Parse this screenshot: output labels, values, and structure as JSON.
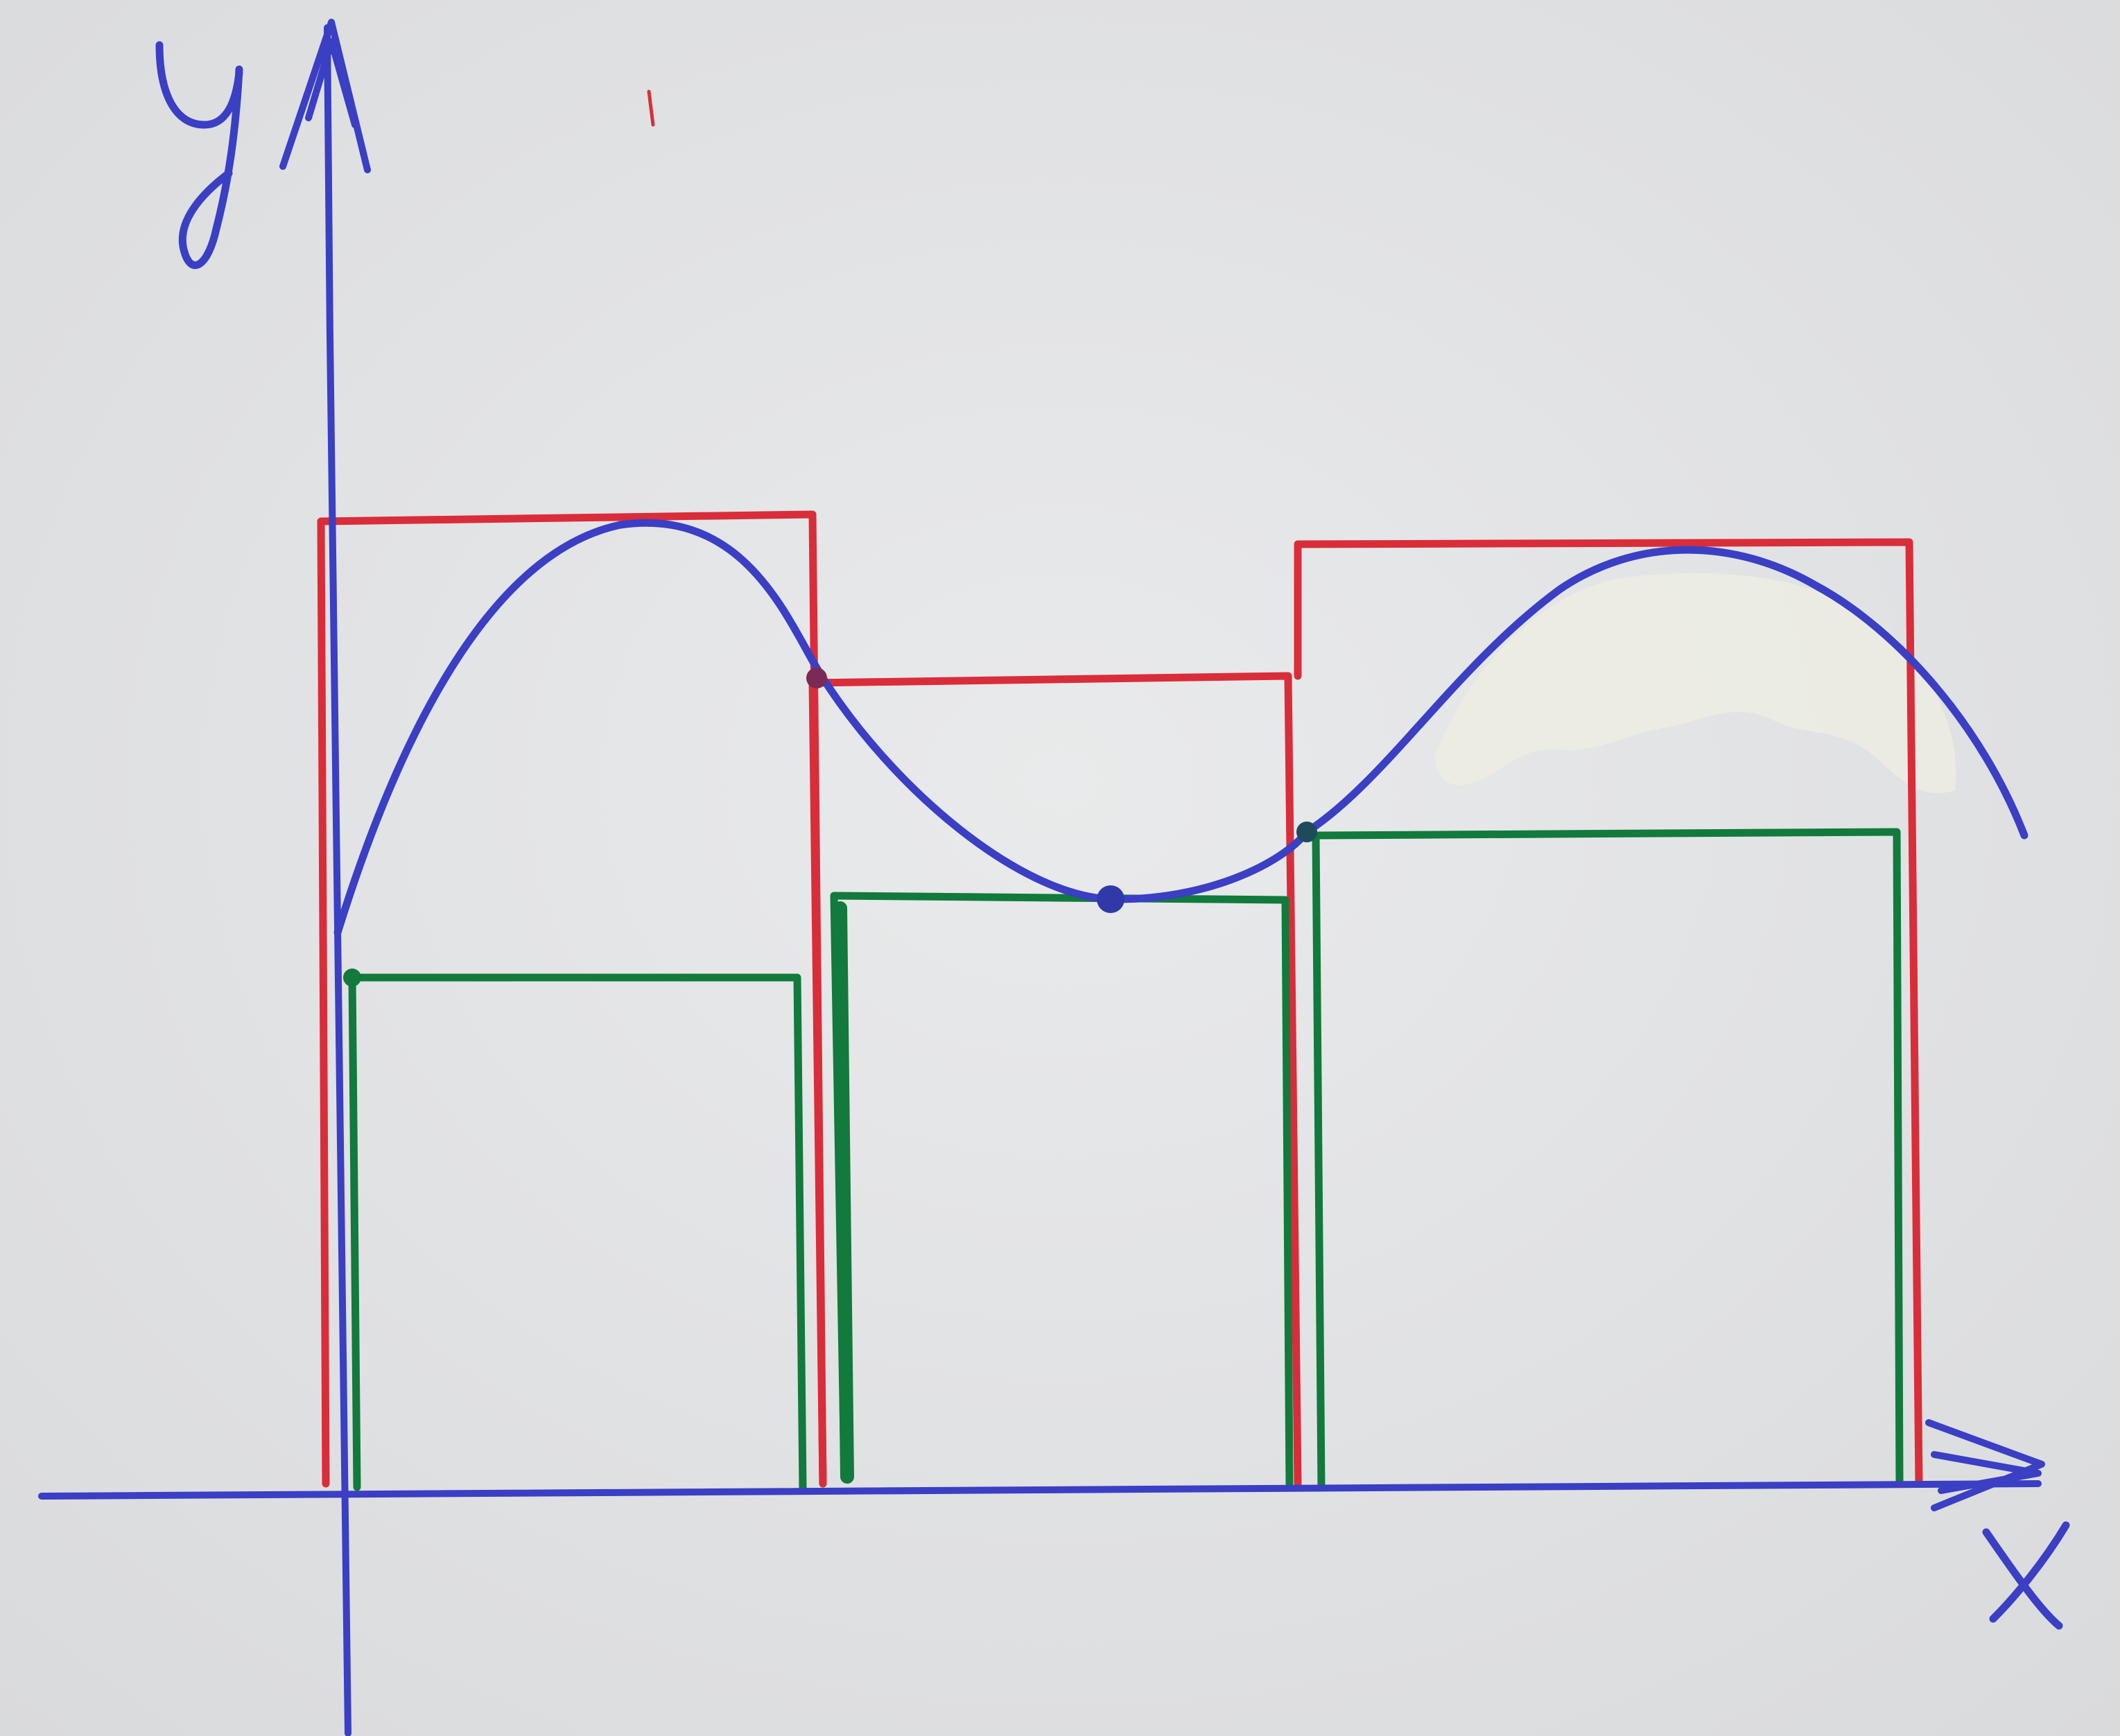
{
  "axes": {
    "x_label": "x",
    "y_label": "y"
  },
  "colors": {
    "paper": "#e3e4e5",
    "curve": "#3a3fc4",
    "upper_rectangles": "#d92d3a",
    "lower_rectangles": "#117a3c",
    "correction_fluid": "#ecece2"
  },
  "curve": {
    "description_shape": "smooth wave: rises from left end, peaks, dips to a minimum, rises to a second peak, then falls"
  },
  "partition": {
    "subintervals": 3,
    "upper_rectangles": [
      {
        "interval": 1,
        "height_rank": "tallest"
      },
      {
        "interval": 2,
        "height_rank": "lowest"
      },
      {
        "interval": 3,
        "height_rank": "middle"
      }
    ],
    "lower_rectangles": [
      {
        "interval": 1,
        "height_rank": "lowest"
      },
      {
        "interval": 2,
        "height_rank": "middle"
      },
      {
        "interval": 3,
        "height_rank": "tallest"
      }
    ]
  }
}
